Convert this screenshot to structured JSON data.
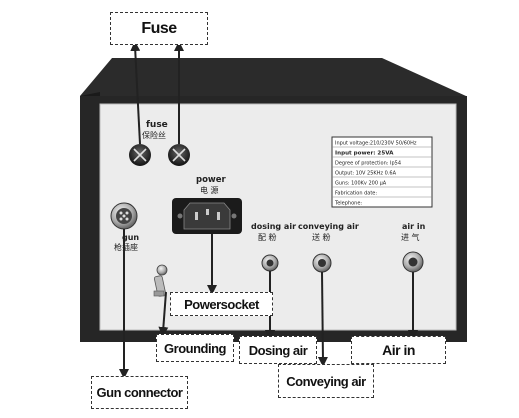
{
  "callouts": {
    "fuse": "Fuse",
    "power_socket": "Powersocket",
    "grounding": "Grounding",
    "dosing_air": "Dosing air",
    "air_in": "Air in",
    "gun_connector": "Gun connector",
    "conveying_air": "Conveying air"
  },
  "panel": {
    "fuse_label": "fuse",
    "fuse_label_cn": "保险丝",
    "power_label": "power",
    "power_label_cn": "电 源",
    "gun_label": "gun",
    "gun_label_cn": "枪插座",
    "dosing_label": "dosing air",
    "dosing_label_cn": "配 粉",
    "conveying_label": "conveying air",
    "conveying_label_cn": "送 粉",
    "airin_label": "air in",
    "airin_label_cn": "进 气"
  },
  "nameplate": {
    "rows": [
      "Input voltage:210/230V 50/60Hz",
      "Input power: 25VA",
      "Degree of protection: Ip54",
      "Output: 10V 25KHz  0.6A",
      "Guns: 100Kv  200 μA",
      "Fabrication date:",
      "Telephone:"
    ]
  }
}
